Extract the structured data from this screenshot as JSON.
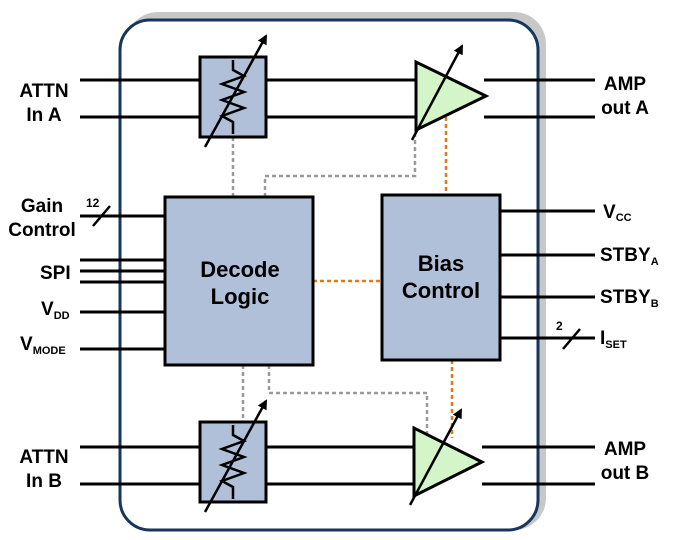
{
  "colors": {
    "chip_border": "#17365d",
    "chip_shadow": "#c8c8c8",
    "block_fill": "#b0c0d8",
    "amp_fill": "#d4f5c8",
    "dashed_gray": "#999999",
    "dashed_orange": "#e07b1a"
  },
  "inputs": {
    "attn_a": [
      "ATTN",
      "In A"
    ],
    "gain_control": [
      "Gain",
      "Control"
    ],
    "gain_bus_width": "12",
    "spi": "SPI",
    "vdd": {
      "main": "V",
      "sub": "DD"
    },
    "vmode": {
      "main": "V",
      "sub": "MODE"
    },
    "attn_b": [
      "ATTN",
      "In B"
    ]
  },
  "outputs": {
    "amp_a": [
      "AMP",
      "out A"
    ],
    "vcc": {
      "main": "V",
      "sub": "CC"
    },
    "stby_a": {
      "main": "STBY",
      "sub": "A"
    },
    "stby_b": {
      "main": "STBY",
      "sub": "B"
    },
    "iset": {
      "main": "I",
      "sub": "SET"
    },
    "iset_bus_width": "2",
    "amp_b": [
      "AMP",
      "out B"
    ]
  },
  "blocks": {
    "decode": [
      "Decode",
      "Logic"
    ],
    "bias": [
      "Bias",
      "Control"
    ]
  }
}
